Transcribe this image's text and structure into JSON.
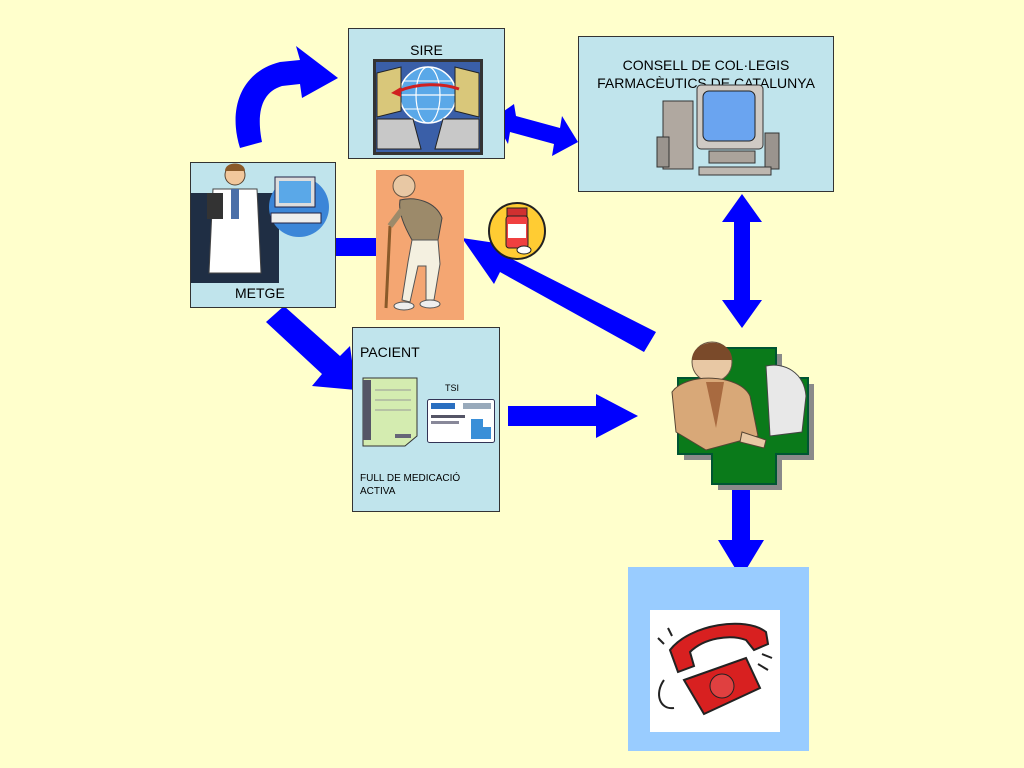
{
  "slide": {
    "sire": {
      "label": "SIRE"
    },
    "consell": {
      "line1": "CONSELL DE COL·LEGIS",
      "line2": "FARMACÈUTICS DE CATALUNYA"
    },
    "metge": {
      "label": "METGE"
    },
    "pacient": {
      "title": "PACIENT",
      "tsi_label": "TSI",
      "full_line1": "FULL DE MEDICACIÓ",
      "full_line2": "ACTIVA"
    },
    "colors": {
      "background": "#ffffcc",
      "box": "#c0e4ec",
      "arrow": "#0000ff",
      "phone_panel": "#99ccff"
    },
    "icons": [
      "network-computers-icon",
      "computer-icon",
      "doctor-icon",
      "elderly-patient-icon",
      "medicine-bottle-icon",
      "medication-sheet-icon",
      "health-card-icon",
      "pharmacist-icon",
      "telephone-icon"
    ]
  }
}
